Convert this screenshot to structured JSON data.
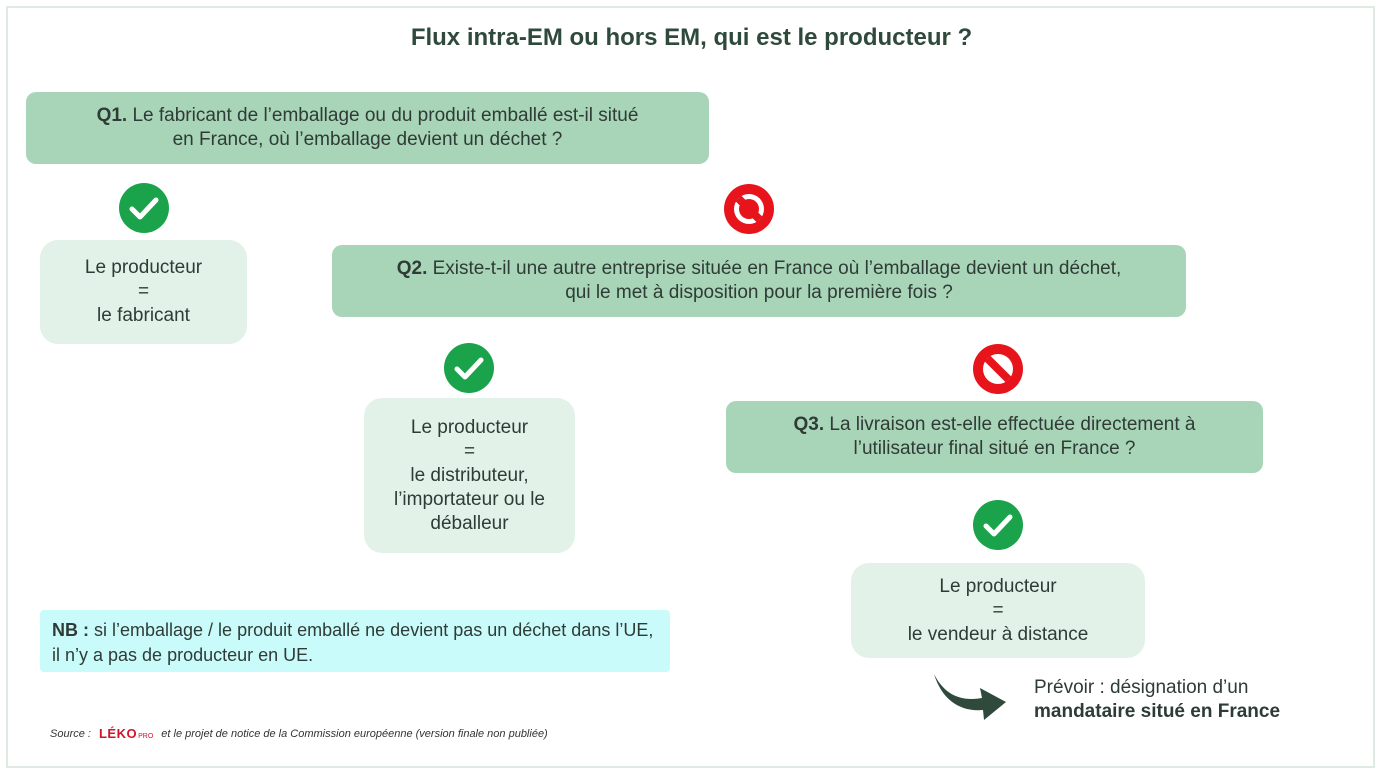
{
  "title": "Flux intra-EM ou hors EM, qui est le producteur ?",
  "q1": {
    "label": "Q1.",
    "text_line1": " Le fabricant de l’emballage ou du produit emballé est-il situé",
    "text_line2": "en France, où l’emballage devient un déchet ?"
  },
  "q2": {
    "label": "Q2.",
    "text_line1": " Existe-t-il une autre entreprise située en France où l’emballage devient un déchet,",
    "text_line2": "qui le met à disposition pour la première fois ?"
  },
  "q3": {
    "label": "Q3.",
    "text_line1": " La livraison est-elle effectuée directement à",
    "text_line2": "l’utilisateur final situé en France ?"
  },
  "answers": {
    "a1": [
      "Le producteur",
      "=",
      "le fabricant"
    ],
    "a2": [
      "Le producteur",
      "=",
      "le distributeur,",
      "l’importateur ou le",
      "déballeur"
    ],
    "a3": [
      "Le producteur",
      "=",
      "le vendeur à distance"
    ]
  },
  "nb": {
    "label": "NB :",
    "text": " si l’emballage / le produit emballé ne devient pas un déchet dans l’UE, il n’y a pas de producteur en UE."
  },
  "note": {
    "line1": "Prévoir : désignation d’un",
    "line2": "mandataire situé en France"
  },
  "source": {
    "prefix": "Source :",
    "logo": "LÉKO",
    "logo_sub": "PRO",
    "text": "et le projet de notice de la Commission européenne (version finale non publiée)"
  },
  "icons": {
    "yes": "check-circle-icon",
    "no": "no-entry-icon"
  },
  "colors": {
    "question_bg": "#a8d5b8",
    "answer_bg": "#e3f2e8",
    "check_green": "#1aa34a",
    "no_red": "#e8141c",
    "nb_bg": "#c9fbfb",
    "arrow": "#2f4a3d"
  }
}
